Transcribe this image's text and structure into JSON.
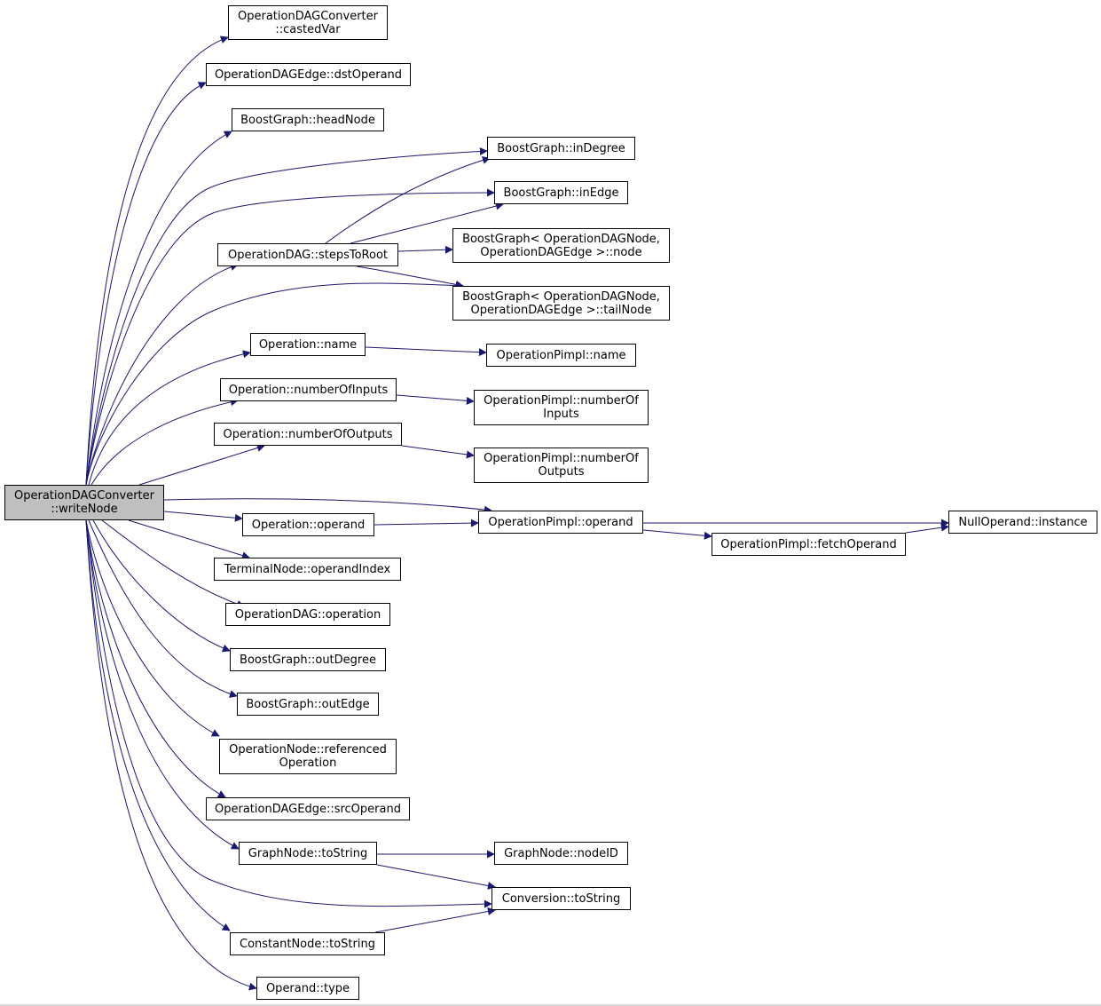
{
  "graph": {
    "root": {
      "id": "n0",
      "lines": [
        "OperationDAGConverter",
        "::writeNode"
      ]
    },
    "nodes": [
      {
        "id": "n1",
        "lines": [
          "OperationDAGConverter",
          "::castedVar"
        ]
      },
      {
        "id": "n2",
        "lines": [
          "OperationDAGEdge::dstOperand"
        ]
      },
      {
        "id": "n3",
        "lines": [
          "BoostGraph::headNode"
        ]
      },
      {
        "id": "n4",
        "lines": [
          "BoostGraph::inDegree"
        ]
      },
      {
        "id": "n5",
        "lines": [
          "BoostGraph::inEdge"
        ]
      },
      {
        "id": "n6",
        "lines": [
          "OperationDAG::stepsToRoot"
        ]
      },
      {
        "id": "n7",
        "lines": [
          "BoostGraph< OperationDAGNode,",
          "OperationDAGEdge >::node"
        ]
      },
      {
        "id": "n8",
        "lines": [
          "BoostGraph< OperationDAGNode,",
          "OperationDAGEdge >::tailNode"
        ]
      },
      {
        "id": "n9",
        "lines": [
          "Operation::name"
        ]
      },
      {
        "id": "n10",
        "lines": [
          "OperationPimpl::name"
        ]
      },
      {
        "id": "n11",
        "lines": [
          "Operation::numberOfInputs"
        ]
      },
      {
        "id": "n12",
        "lines": [
          "OperationPimpl::numberOf",
          "Inputs"
        ]
      },
      {
        "id": "n13",
        "lines": [
          "Operation::numberOfOutputs"
        ]
      },
      {
        "id": "n14",
        "lines": [
          "OperationPimpl::numberOf",
          "Outputs"
        ]
      },
      {
        "id": "n15",
        "lines": [
          "OperationPimpl::operand"
        ]
      },
      {
        "id": "n16",
        "lines": [
          "NullOperand::instance"
        ]
      },
      {
        "id": "n17",
        "lines": [
          "OperationPimpl::fetchOperand"
        ]
      },
      {
        "id": "n18",
        "lines": [
          "Operation::operand"
        ]
      },
      {
        "id": "n19",
        "lines": [
          "TerminalNode::operandIndex"
        ]
      },
      {
        "id": "n20",
        "lines": [
          "OperationDAG::operation"
        ]
      },
      {
        "id": "n21",
        "lines": [
          "BoostGraph::outDegree"
        ]
      },
      {
        "id": "n22",
        "lines": [
          "BoostGraph::outEdge"
        ]
      },
      {
        "id": "n23",
        "lines": [
          "OperationNode::referenced",
          "Operation"
        ]
      },
      {
        "id": "n24",
        "lines": [
          "OperationDAGEdge::srcOperand"
        ]
      },
      {
        "id": "n25",
        "lines": [
          "GraphNode::toString"
        ]
      },
      {
        "id": "n26",
        "lines": [
          "GraphNode::nodeID"
        ]
      },
      {
        "id": "n27",
        "lines": [
          "Conversion::toString"
        ]
      },
      {
        "id": "n28",
        "lines": [
          "ConstantNode::toString"
        ]
      },
      {
        "id": "n29",
        "lines": [
          "Operand::type"
        ]
      }
    ],
    "edges": [
      [
        "n0",
        "n1"
      ],
      [
        "n0",
        "n2"
      ],
      [
        "n0",
        "n3"
      ],
      [
        "n0",
        "n4"
      ],
      [
        "n0",
        "n5"
      ],
      [
        "n0",
        "n6"
      ],
      [
        "n0",
        "n8"
      ],
      [
        "n0",
        "n9"
      ],
      [
        "n0",
        "n11"
      ],
      [
        "n0",
        "n13"
      ],
      [
        "n0",
        "n15"
      ],
      [
        "n0",
        "n18"
      ],
      [
        "n0",
        "n19"
      ],
      [
        "n0",
        "n20"
      ],
      [
        "n0",
        "n21"
      ],
      [
        "n0",
        "n22"
      ],
      [
        "n0",
        "n23"
      ],
      [
        "n0",
        "n24"
      ],
      [
        "n0",
        "n25"
      ],
      [
        "n0",
        "n27"
      ],
      [
        "n0",
        "n28"
      ],
      [
        "n0",
        "n29"
      ],
      [
        "n6",
        "n4"
      ],
      [
        "n6",
        "n5"
      ],
      [
        "n6",
        "n7"
      ],
      [
        "n6",
        "n8"
      ],
      [
        "n9",
        "n10"
      ],
      [
        "n11",
        "n12"
      ],
      [
        "n13",
        "n14"
      ],
      [
        "n15",
        "n16"
      ],
      [
        "n15",
        "n17"
      ],
      [
        "n17",
        "n16"
      ],
      [
        "n18",
        "n15"
      ],
      [
        "n25",
        "n26"
      ],
      [
        "n25",
        "n27"
      ],
      [
        "n28",
        "n27"
      ]
    ],
    "colors": {
      "edge": "#191970",
      "node_border": "#000000",
      "node_fill": "#ffffff",
      "root_fill": "#bfbfbf"
    }
  }
}
